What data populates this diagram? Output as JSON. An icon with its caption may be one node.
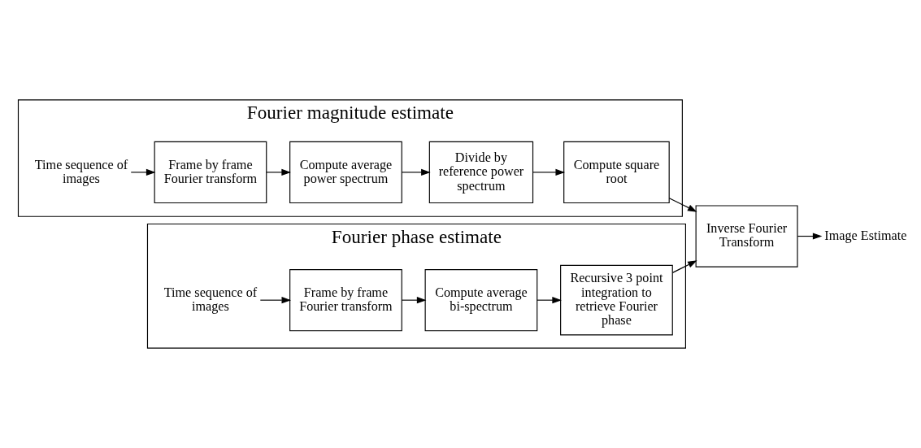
{
  "diagram": {
    "nodes": [
      {
        "text": [
          "Fourier magnitude estimate"
        ]
      },
      {
        "text": [
          "Time sequence of images"
        ],
        "in": 0
      },
      {
        "text": [
          "Frame by frame Fourier transform"
        ],
        "in": 0
      },
      {
        "text": [
          "Compute average power spectrum"
        ],
        "in": 0
      },
      {
        "text": [
          "Divide by reference power spectrum"
        ],
        "in": 0
      },
      {
        "text": [
          "Compute square root"
        ],
        "in": 0
      },
      {
        "text": [
          "Fourier phase estimate"
        ]
      },
      {
        "text": [
          "Time sequence of images"
        ],
        "in": 6
      },
      {
        "text": [
          "Frame by frame Fourier transform"
        ],
        "in": 6
      },
      {
        "text": [
          "Compute average bi-spectrum"
        ],
        "in": 6
      },
      {
        "text": [
          "Recursive 3 point integration to retrieve Fourier phase"
        ],
        "in": 6
      },
      {
        "text": [
          "Inverse Fourier Transform"
        ]
      },
      {
        "text": [
          "Image Estimate"
        ]
      }
    ],
    "edges": [
      {
        "from": 1,
        "to": 2,
        "arrow": "to"
      },
      {
        "from": 2,
        "to": 3,
        "arrow": "to"
      },
      {
        "from": 3,
        "to": 4,
        "arrow": "to"
      },
      {
        "from": 4,
        "to": 5,
        "arrow": "to"
      },
      {
        "from": 5,
        "to": 11,
        "arrow": "to"
      },
      {
        "from": 7,
        "to": 8,
        "arrow": "to"
      },
      {
        "from": 8,
        "to": 9,
        "arrow": "to"
      },
      {
        "from": 9,
        "to": 10,
        "arrow": "to"
      },
      {
        "from": 10,
        "to": 11,
        "arrow": "to"
      },
      {
        "from": 11,
        "to": 12,
        "arrow": "to"
      }
    ]
  }
}
